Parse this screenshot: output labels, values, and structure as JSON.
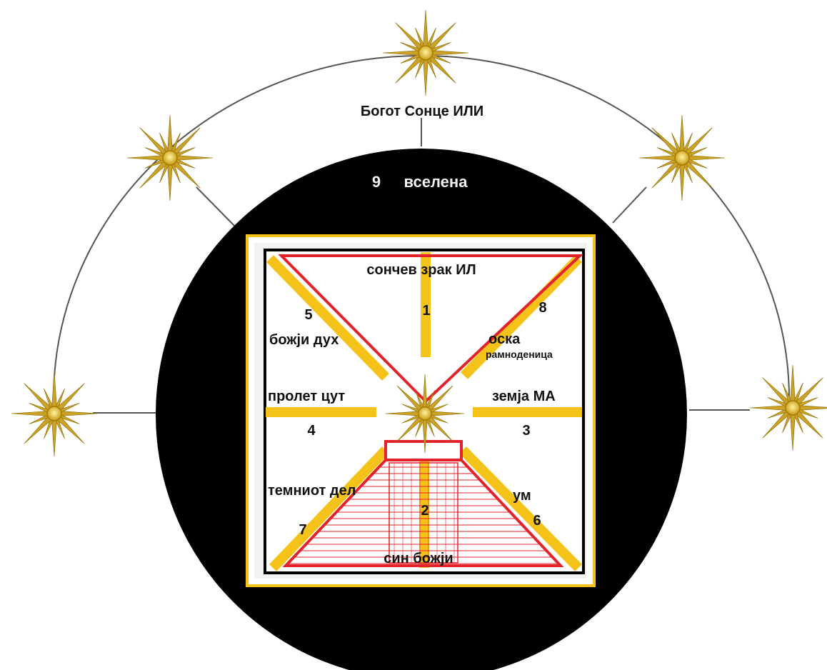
{
  "diagram": {
    "title": "Богот Сонце ИЛИ",
    "universe": {
      "number": "9",
      "label": "вселена"
    },
    "labels": {
      "n1": "1",
      "sun_ray": "сончев зрак ИЛ",
      "n5": "5",
      "holy_spirit": "божји дух",
      "n8": "8",
      "axis": "оска",
      "equinox": "рамноденица",
      "spring": "пролет цут",
      "n4": "4",
      "earth": "земја МА",
      "n3": "3",
      "dark_part": "темниот дел",
      "n7": "7",
      "n2": "2",
      "mind": "ум",
      "n6": "6",
      "son_of_god": "син божји"
    },
    "colors": {
      "background": "#ffffff",
      "circle": "#000000",
      "gold_bar": "#f5c21a",
      "red_line": "#e3232b",
      "sun_ray": "#c9a227",
      "sun_core": "#e0b830",
      "arc": "#555555",
      "frame": "#f5c21a"
    },
    "icons": [
      "sun-icon",
      "sun-icon",
      "sun-icon",
      "sun-icon",
      "sun-icon",
      "sun-icon"
    ]
  }
}
